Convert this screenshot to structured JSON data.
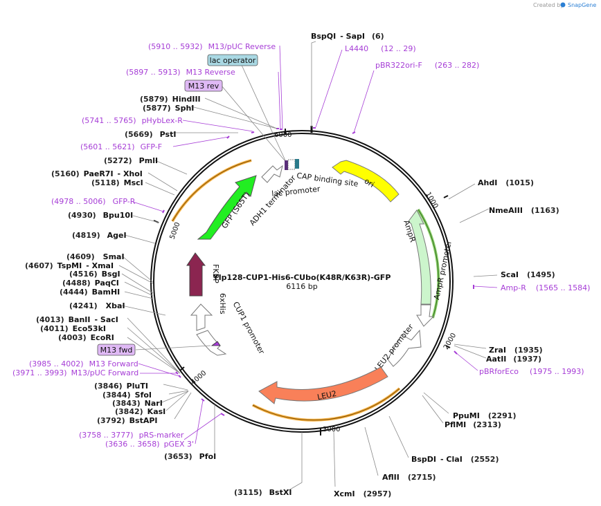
{
  "header": {
    "created_by": "Created by",
    "brand": "SnapGene"
  },
  "plasmid": {
    "name": "YIp128-CUP1-His6-CUbo(K48R/K63R)-GFP",
    "length": "6116 bp"
  },
  "ticks": [
    "1000",
    "2000",
    "3000",
    "4000",
    "5000",
    "6000"
  ],
  "sites": {
    "bspqi": {
      "name": "BspQI",
      "name2": "- SapI",
      "pos": "(6)"
    },
    "ahdi": {
      "name": "AhdI",
      "pos": "(1015)"
    },
    "nmeaiii": {
      "name": "NmeAIII",
      "pos": "(1163)"
    },
    "scai": {
      "name": "ScaI",
      "pos": "(1495)"
    },
    "zrai": {
      "name": "ZraI",
      "pos": "(1935)"
    },
    "aatii": {
      "name": "AatII",
      "pos": "(1937)"
    },
    "ppumi": {
      "name": "PpuMI",
      "pos": "(2291)"
    },
    "pflmi": {
      "name": "PflMI",
      "pos": "(2313)"
    },
    "bspdi": {
      "name": "BspDI",
      "name2": "- ClaI",
      "pos": "(2552)"
    },
    "aflii": {
      "name": "AflII",
      "pos": "(2715)"
    },
    "xcmi": {
      "name": "XcmI",
      "pos": "(2957)"
    },
    "bstxi": {
      "name": "BstXI",
      "pos": "(3115)"
    },
    "pfoi": {
      "name": "PfoI",
      "pos": "(3653)"
    },
    "bstapi": {
      "name": "BstAPI",
      "pos": "(3792)"
    },
    "kasi": {
      "name": "KasI",
      "pos": "(3842)"
    },
    "nari": {
      "name": "NarI",
      "pos": "(3843)"
    },
    "sfoi": {
      "name": "SfoI",
      "pos": "(3844)"
    },
    "pluti": {
      "name": "PluTI",
      "pos": "(3846)"
    },
    "ecori": {
      "name": "EcoRI",
      "pos": "(4003)"
    },
    "eco53ki": {
      "name": "Eco53kI",
      "pos": "(4011)"
    },
    "banii": {
      "name": "BanII",
      "name2": "- SacI",
      "pos": "(4013)"
    },
    "xbai": {
      "name": "XbaI",
      "pos": "(4241)"
    },
    "bamhi": {
      "name": "BamHI",
      "pos": "(4444)"
    },
    "paqci": {
      "name": "PaqCI",
      "pos": "(4488)"
    },
    "bsgi": {
      "name": "BsgI",
      "pos": "(4516)"
    },
    "tspmi": {
      "name": "TspMI",
      "name2": "- XmaI",
      "pos": "(4607)"
    },
    "smai": {
      "name": "SmaI",
      "pos": "(4609)"
    },
    "agei": {
      "name": "AgeI",
      "pos": "(4819)"
    },
    "bpu10i": {
      "name": "Bpu10I",
      "pos": "(4930)"
    },
    "msci": {
      "name": "MscI",
      "pos": "(5118)"
    },
    "paer7i": {
      "name": "PaeR7I",
      "name2": "- XhoI",
      "pos": "(5160)"
    },
    "pmli": {
      "name": "PmlI",
      "pos": "(5272)"
    },
    "psti": {
      "name": "PstI",
      "pos": "(5669)"
    },
    "sphi": {
      "name": "SphI",
      "pos": "(5877)"
    },
    "hindiii": {
      "name": "HindIII",
      "pos": "(5879)"
    }
  },
  "primers": {
    "l4440": {
      "name": "L4440",
      "pos": "(12 .. 29)"
    },
    "pbr322": {
      "name": "pBR322ori-F",
      "pos": "(263 .. 282)"
    },
    "ampr": {
      "name": "Amp-R",
      "pos": "(1565 .. 1584)"
    },
    "pbrforeco": {
      "name": "pBRforEco",
      "pos": "(1975 .. 1993)"
    },
    "prs": {
      "name": "pRS-marker",
      "pos": "(3758 .. 3777)"
    },
    "pgex": {
      "name": "pGEX 3'",
      "pos": "(3636 .. 3658)"
    },
    "m13fwd": {
      "name": "M13 Forward",
      "pos": "(3985 .. 4002)"
    },
    "m13puc_fwd": {
      "name": "M13/pUC Forward",
      "pos": "(3971 .. 3993)"
    },
    "gfpr": {
      "name": "GFP-R",
      "pos": "(4978 .. 5006)"
    },
    "gfpf": {
      "name": "GFP-F",
      "pos": "(5601 .. 5621)"
    },
    "phyblex": {
      "name": "pHybLex-R",
      "pos": "(5741 .. 5765)"
    },
    "m13rev": {
      "name": "M13 Reverse",
      "pos": "(5897 .. 5913)"
    },
    "m13puc_rev": {
      "name": "M13/pUC Reverse",
      "pos": "(5910 .. 5932)"
    }
  },
  "boxes": {
    "lac_operator": "lac operator",
    "m13_rev": "M13 rev",
    "m13_fwd": "M13 fwd"
  },
  "features": {
    "ori": "ori",
    "ampr": "AmpR",
    "ampr_promoter": "AmpR promoter",
    "leu2_promoter": "LEU2 promoter",
    "leu2": "LEU2",
    "cup1_promoter": "CUP1 promoter",
    "his": "6xHis",
    "fkbp": "FKBP",
    "gfp": "GFP (S65T)",
    "adh1": "ADH1 terminator",
    "cap": "CAP binding site",
    "lac_promoter": "lac promoter"
  },
  "colors": {
    "ori": "#ffff00",
    "ampr": "#ccf5cc",
    "leu2": "#f98059",
    "gfp": "#22ee22",
    "fkbp": "#8b2550",
    "primer": "#a63dd6",
    "backbone": "#111111"
  }
}
